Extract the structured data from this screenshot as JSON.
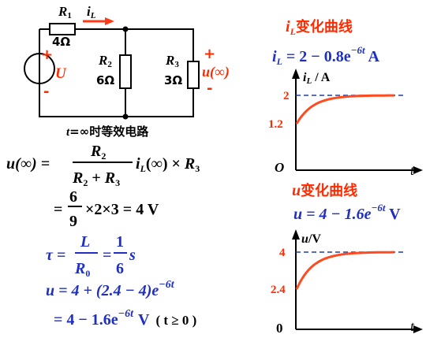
{
  "circuit": {
    "r1": {
      "name": "R",
      "sub": "1",
      "value": "4Ω"
    },
    "r2": {
      "name": "R",
      "sub": "2",
      "value": "6Ω"
    },
    "r3": {
      "name": "R",
      "sub": "3",
      "value": "3Ω"
    },
    "current_label": {
      "sym": "i",
      "sub": "L"
    },
    "source": {
      "label": "U",
      "plus": "+",
      "minus": "-"
    },
    "output": {
      "label": "u(∞)",
      "plus": "+",
      "minus": "-"
    },
    "caption": {
      "t": "t",
      "rest": "=∞时等效电路"
    }
  },
  "equations": {
    "eq1_lhs": "u(∞) =",
    "eq1_num": {
      "sym": "R",
      "sub": "2"
    },
    "eq1_den": {
      "sym1": "R",
      "sub1": "2",
      "plus": " + ",
      "sym2": "R",
      "sub2": "3"
    },
    "eq1_rhs": {
      "i": "i",
      "sub": "L",
      "mid": "(∞) × ",
      "R": "R",
      "Rsub": "3"
    },
    "eq2": {
      "lead": "=",
      "num": "6",
      "den": "9",
      "rest": "×2×3 = 4 V"
    },
    "tau": {
      "sym": "τ =",
      "num1": "L",
      "den1": "R",
      "den1_sub": "0",
      "eq": "=",
      "num2": "1",
      "den2": "6",
      "unit": "s"
    },
    "u1": {
      "text": "u = 4 + (2.4 − 4)e",
      "exp": "−6t"
    },
    "u2": {
      "text": "= 4 − 1.6e",
      "exp": "−6t",
      "unit": "V",
      "cond": "( t ≥ 0 )"
    }
  },
  "right": {
    "il_title": {
      "sym": "i",
      "sub": "L",
      "text": "变化曲线"
    },
    "il_formula": {
      "sym": "i",
      "sub": "L",
      "text": " = 2 − 0.8e",
      "exp": "−6t",
      "unit": " A"
    },
    "u_title": {
      "sym": "u",
      "text": "变化曲线"
    },
    "u_formula": {
      "text": "u = 4 − 1.6e",
      "exp": "−6t",
      "unit": " V"
    }
  },
  "chart_data": [
    {
      "type": "line",
      "ylabel_sym": "i",
      "ylabel_sub": "L",
      "ylabel_unit": " / A",
      "xlabel": "t",
      "origin": "O",
      "y_ticks": [
        "2",
        "1.2"
      ],
      "initial": 1.2,
      "final": 2,
      "rate": 6,
      "asymptote": 2,
      "x": [
        0,
        0.1,
        0.2,
        0.3,
        0.4,
        0.5,
        0.6,
        0.8,
        1.0
      ],
      "values": [
        1.2,
        1.56,
        1.76,
        1.87,
        1.93,
        1.96,
        1.98,
        1.99,
        2.0
      ],
      "colors": {
        "curve": "#ff4b1f",
        "asymptote": "#1f3fa8"
      }
    },
    {
      "type": "line",
      "ylabel_sym": "u",
      "ylabel_unit": "/V",
      "xlabel": "t",
      "origin": "0",
      "y_ticks": [
        "4",
        "2.4"
      ],
      "initial": 2.4,
      "final": 4,
      "rate": 6,
      "asymptote": 4,
      "x": [
        0,
        0.1,
        0.2,
        0.3,
        0.4,
        0.5,
        0.6,
        0.8,
        1.0
      ],
      "values": [
        2.4,
        3.12,
        3.52,
        3.74,
        3.86,
        3.92,
        3.96,
        3.99,
        4.0
      ],
      "colors": {
        "curve": "#ff4b1f",
        "asymptote": "#1f3fa8"
      }
    }
  ]
}
